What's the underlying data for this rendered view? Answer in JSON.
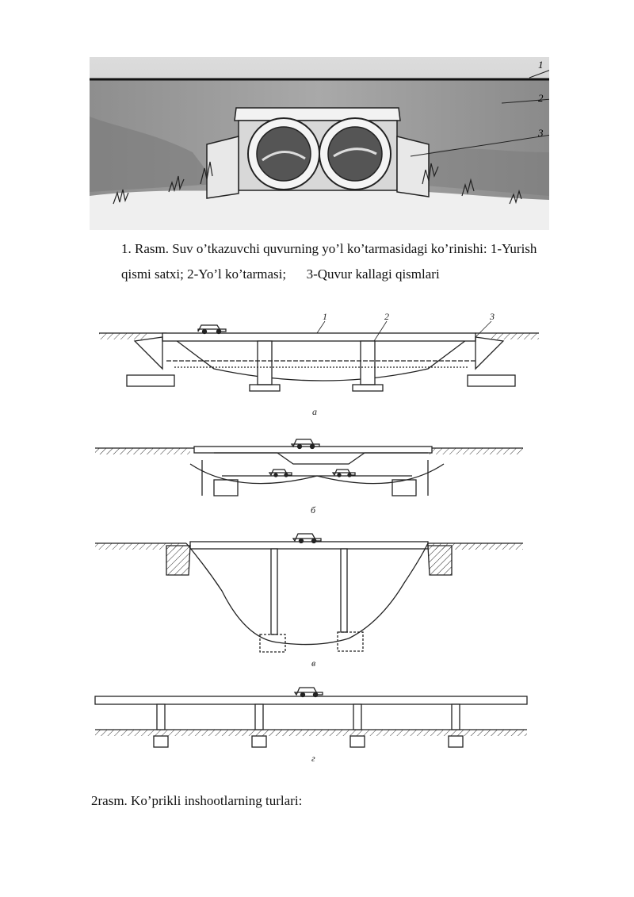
{
  "figure1": {
    "callouts": [
      "1",
      "2",
      "3"
    ],
    "caption_line1": "1. Rasm. Suv o’tkazuvchi quvurning yo’l ko’tarmasidagi ko’rinishi: 1-Yurish",
    "caption_line2": "qismi satxi; 2-Yo’l ko’tarmasi;      3-Quvur kallagi qismlari"
  },
  "figure2": {
    "callouts": [
      "1",
      "2",
      "3"
    ],
    "sublabels": [
      "а",
      "б",
      "в",
      "г"
    ],
    "caption": "2rasm. Ko’prikli inshootlarning turlari:"
  }
}
